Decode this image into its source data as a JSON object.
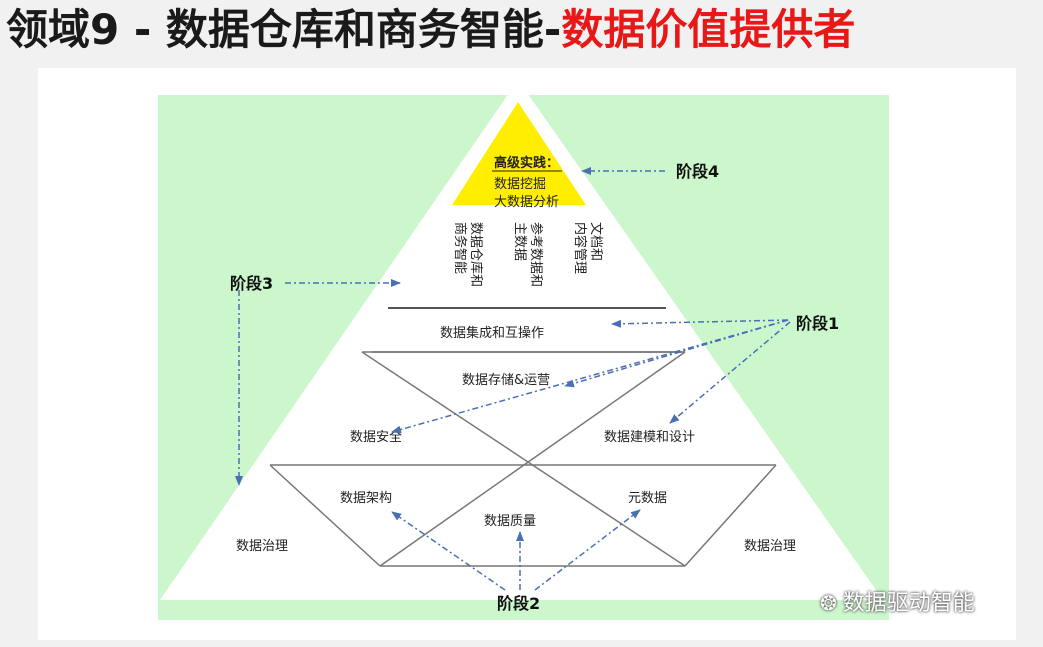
{
  "title": {
    "prefix": "领域9 - 数据仓库和商务智能-",
    "highlight": "数据价值提供者"
  },
  "colors": {
    "title_red": "#e81818",
    "green_bg": "#ccf7cc",
    "apex_yellow": "#ffee00",
    "arrow_blue": "#4a6fb5"
  },
  "apex": {
    "heading": "高级实践：",
    "line1": "数据挖掘",
    "line2": "大数据分析"
  },
  "vertical_labels": {
    "col_right": [
      "文档和",
      "内容管理"
    ],
    "col_mid": [
      "参考数据和",
      "主数据"
    ],
    "col_left": [
      "数据仓库和",
      "商务智能"
    ]
  },
  "layers": {
    "integration": "数据集成和互操作",
    "storage": "数据存储&运营",
    "security": "数据安全",
    "modeling": "数据建模和设计",
    "architecture": "数据架构",
    "quality": "数据质量",
    "metadata": "元数据",
    "governance_left": "数据治理",
    "governance_right": "数据治理"
  },
  "stages": {
    "stage1": "阶段1",
    "stage2": "阶段2",
    "stage3": "阶段3",
    "stage4": "阶段4"
  },
  "watermark": {
    "icon": "wechat-icon",
    "text": "数据驱动智能"
  }
}
